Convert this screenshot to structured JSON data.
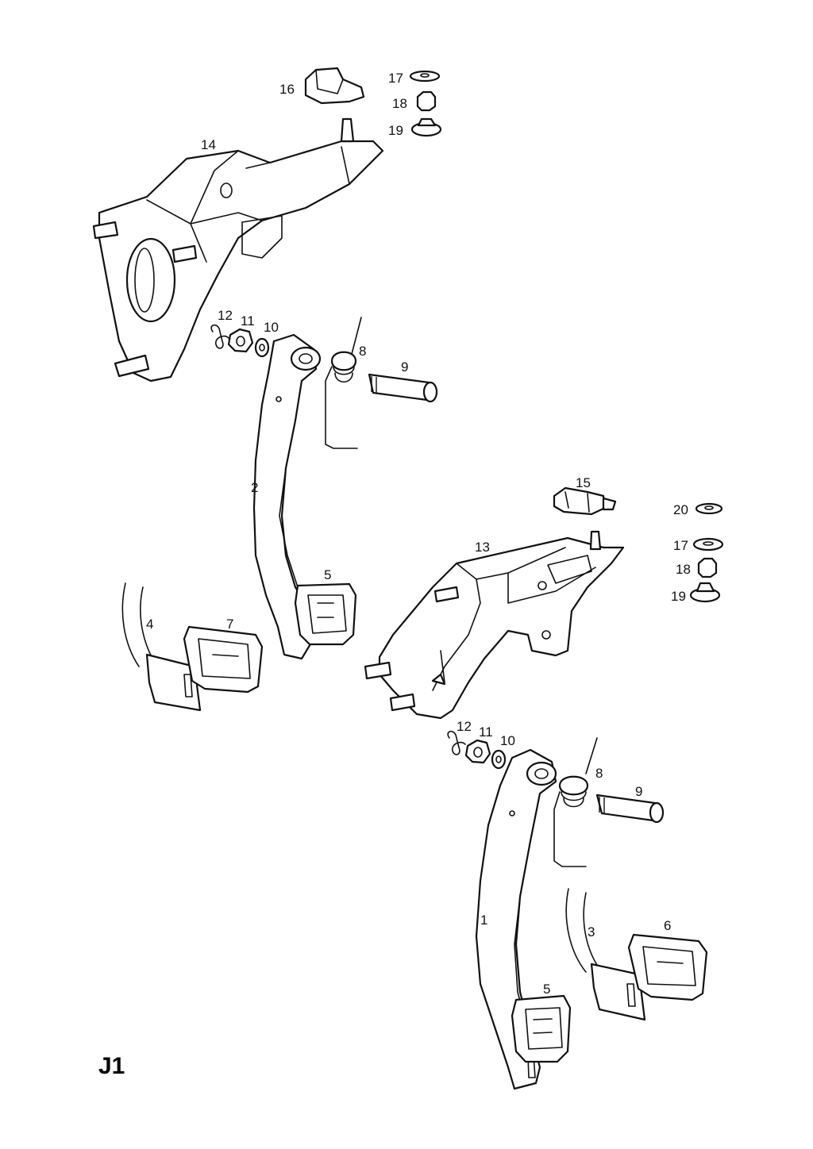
{
  "figure_code": "J1",
  "callouts": {
    "n1": "1",
    "n2": "2",
    "n3": "3",
    "n4": "4",
    "n5a": "5",
    "n5b": "5",
    "n6": "6",
    "n7": "7",
    "n8a": "8",
    "n8b": "8",
    "n9a": "9",
    "n9b": "9",
    "n10a": "10",
    "n10b": "10",
    "n11a": "11",
    "n11b": "11",
    "n12a": "12",
    "n12b": "12",
    "n13": "13",
    "n14": "14",
    "n15": "15",
    "n16": "16",
    "n17a": "17",
    "n17b": "17",
    "n18a": "18",
    "n18b": "18",
    "n19a": "19",
    "n19b": "19",
    "n20": "20"
  }
}
